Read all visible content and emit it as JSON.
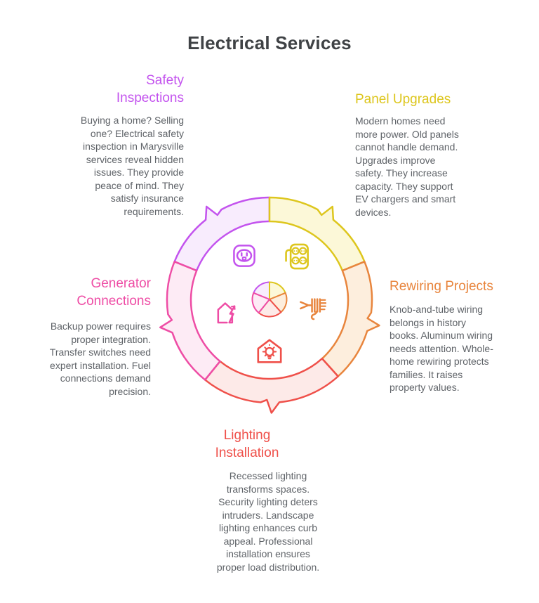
{
  "title": "Electrical Services",
  "text_colors": {
    "title": "#3f4245",
    "body": "#5f6368"
  },
  "sections": [
    {
      "id": "safety",
      "heading": "Safety\nInspections",
      "body": "Buying a home? Selling\none? Electrical safety\ninspection in Marysville\nservices reveal hidden\nissues. They provide\npeace of mind. They\nsatisfy insurance\nrequirements.",
      "color": "#c353ee",
      "fill": "#f8ecfd",
      "icon": "outlet-icon"
    },
    {
      "id": "panel",
      "heading": "Panel Upgrades",
      "body": "Modern homes need\nmore power. Old panels\ncannot handle demand.\nUpgrades improve\nsafety. They increase\ncapacity. They support\nEV chargers and smart\ndevices.",
      "color": "#ddc61d",
      "fill": "#fcf8d8",
      "icon": "power-strip-icon"
    },
    {
      "id": "rewiring",
      "heading": "Rewiring Projects",
      "body": "Knob-and-tube wiring\nbelongs in history\nbooks. Aluminum wiring\nneeds attention. Whole-\nhome rewiring protects\nfamilies. It raises\nproperty values.",
      "color": "#e8853d",
      "fill": "#fdeedd",
      "icon": "wire-splice-icon"
    },
    {
      "id": "lighting",
      "heading": "Lighting\nInstallation",
      "body": "Recessed lighting\ntransforms spaces.\nSecurity lighting deters\nintruders. Landscape\nlighting enhances curb\nappeal. Professional\ninstallation ensures\nproper load distribution.",
      "color": "#ef504a",
      "fill": "#fdeae8",
      "icon": "house-bulb-icon"
    },
    {
      "id": "generator",
      "heading": "Generator\nConnections",
      "body": "Backup power requires\nproper integration.\nTransfer switches need\nexpert installation. Fuel\nconnections demand\nprecision.",
      "color": "#ee4da5",
      "fill": "#fdebf5",
      "icon": "house-power-icon"
    }
  ],
  "wheel": {
    "description": "five-segment ring cycle with outward pointers and center pie",
    "segments": [
      {
        "section": "safety",
        "start": 90,
        "end": 158,
        "pointer": 124,
        "lean": "ccw"
      },
      {
        "section": "panel",
        "start": 22,
        "end": 90,
        "pointer": 56,
        "lean": "cw"
      },
      {
        "section": "rewiring",
        "start": -48,
        "end": 22,
        "pointer": -13,
        "lean": "cw"
      },
      {
        "section": "lighting",
        "start": -129,
        "end": -48,
        "pointer": -89,
        "lean": "ccw"
      },
      {
        "section": "generator",
        "start": 158,
        "end": 231,
        "pointer": 194,
        "lean": "ccw"
      }
    ]
  }
}
